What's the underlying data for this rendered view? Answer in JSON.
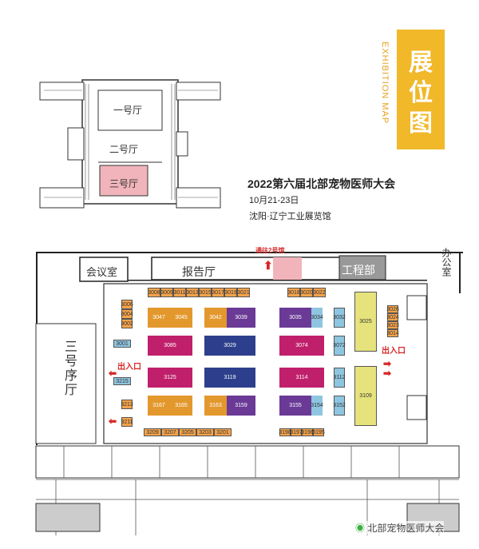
{
  "overview": {
    "halls": [
      "一号厅",
      "二号厅",
      "三号厅"
    ]
  },
  "tag": {
    "cn": "展位图",
    "en": "EXHIBITION MAP",
    "color": "#f1b82a"
  },
  "event": {
    "title": "2022第六届北部宠物医师大会",
    "date": "10月21-23日",
    "venue": "沈阳·辽宁工业展览馆"
  },
  "floor": {
    "to_hall2": "通往2号馆",
    "rooms": {
      "meeting": "会议室",
      "report": "报告厅",
      "engineering": "工程部",
      "office": "办公室",
      "foyer": "三号序厅"
    },
    "entrance_left": "出入口",
    "entrance_right": "出入口",
    "booths": {
      "top_row": [
        "3008",
        "3009",
        "3011",
        "3013",
        "3015",
        "3017",
        "3019",
        "3021",
        "3018",
        "3020",
        "3022"
      ],
      "left_col": [
        "3006",
        "3004",
        "3002",
        "3001",
        "3215",
        "3213",
        "3211"
      ],
      "island": [
        "3047",
        "3045",
        "3042",
        "3039",
        "3035",
        "3034",
        "3085",
        "3029",
        "3074",
        "3125",
        "3119",
        "3114",
        "3167",
        "3165",
        "3163",
        "3159",
        "3155",
        "3154"
      ],
      "right_col": [
        "3032",
        "3072",
        "3112",
        "3152",
        "3025",
        "3109",
        "3026",
        "3024",
        "3023",
        "3014"
      ],
      "bottom_row": [
        "3209",
        "3207",
        "3205",
        "3203",
        "3201",
        "3198",
        "3197",
        "3196",
        "3195"
      ]
    },
    "colors": {
      "orange": "#e3982d",
      "blue": "#2d3f8c",
      "magenta": "#c0206b",
      "purple": "#6a3a96",
      "yellowgreen": "#e6e37c",
      "lightblue": "#8ec5e0",
      "booth_orange": "#f4a34a"
    }
  },
  "watermark": "北部宠物医师大会"
}
